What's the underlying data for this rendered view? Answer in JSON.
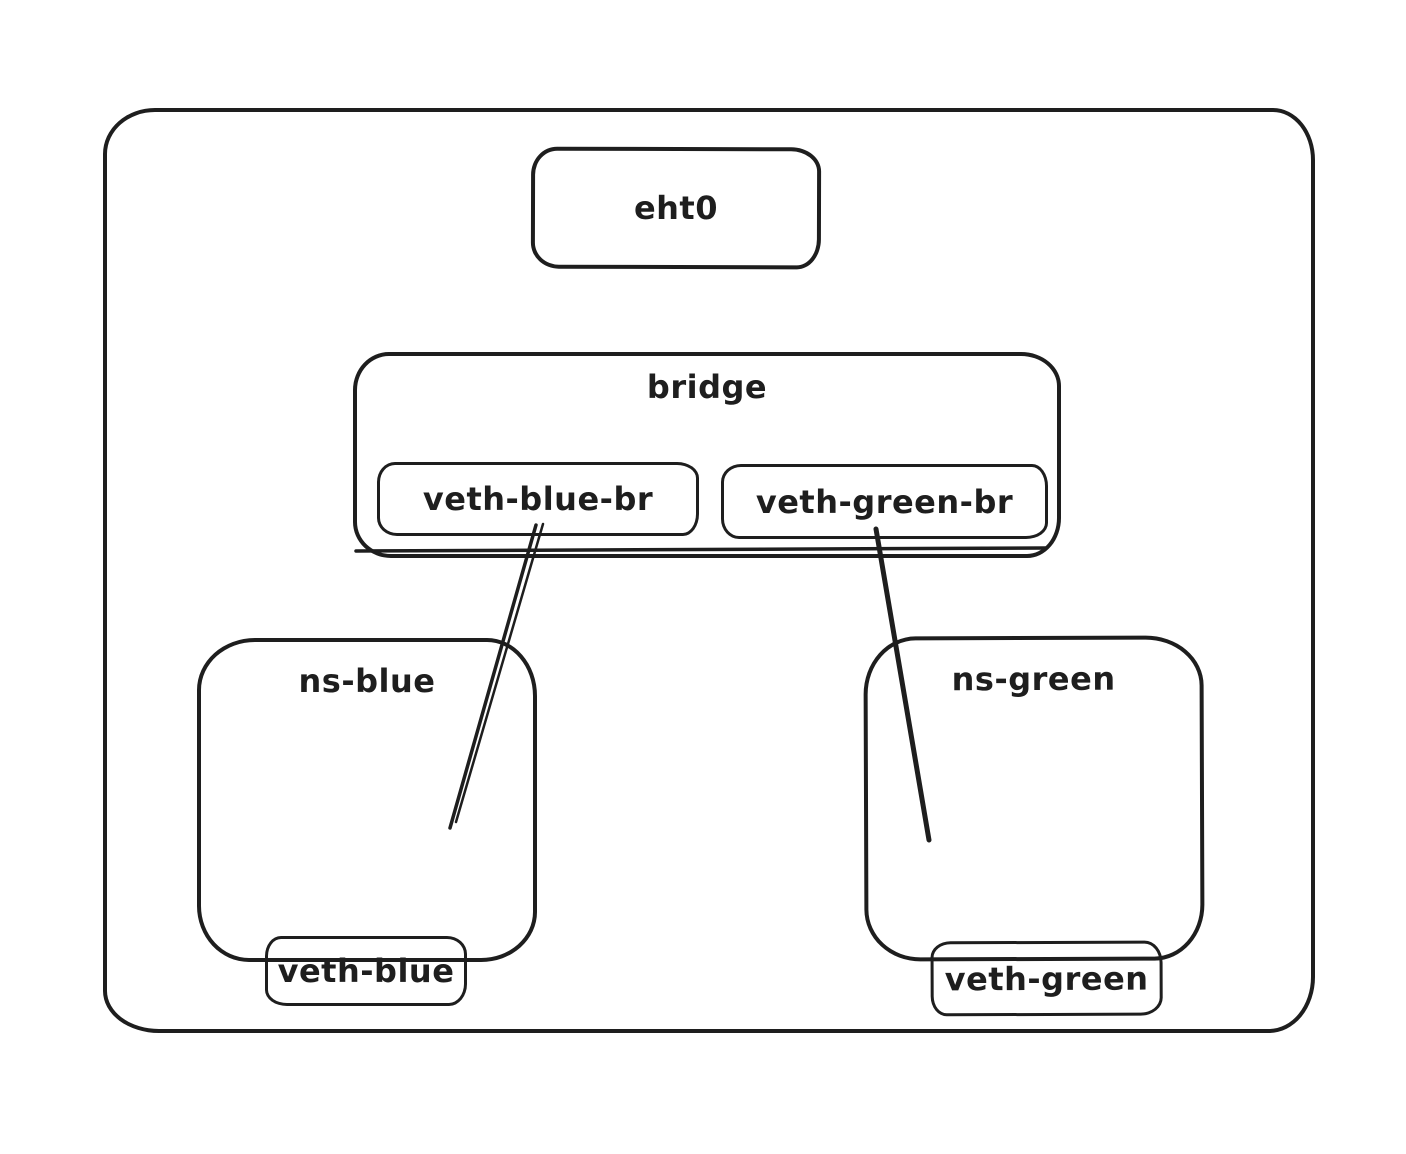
{
  "diagram": {
    "type": "network-namespace-topology",
    "style": "hand-drawn",
    "background": "#ffffff",
    "stroke_color": "#1e1e1e",
    "nodes": {
      "eth0": {
        "label": "eht0"
      },
      "bridge": {
        "label": "bridge"
      },
      "veth_blue_br": {
        "label": "veth-blue-br"
      },
      "veth_green_br": {
        "label": "veth-green-br"
      },
      "ns_blue": {
        "label": "ns-blue"
      },
      "veth_blue": {
        "label": "veth-blue"
      },
      "ns_green": {
        "label": "ns-green"
      },
      "veth_green": {
        "label": "veth-green"
      }
    },
    "edges": [
      {
        "from": "veth-blue-br",
        "to": "veth-blue"
      },
      {
        "from": "veth-green-br",
        "to": "veth-green"
      }
    ]
  }
}
